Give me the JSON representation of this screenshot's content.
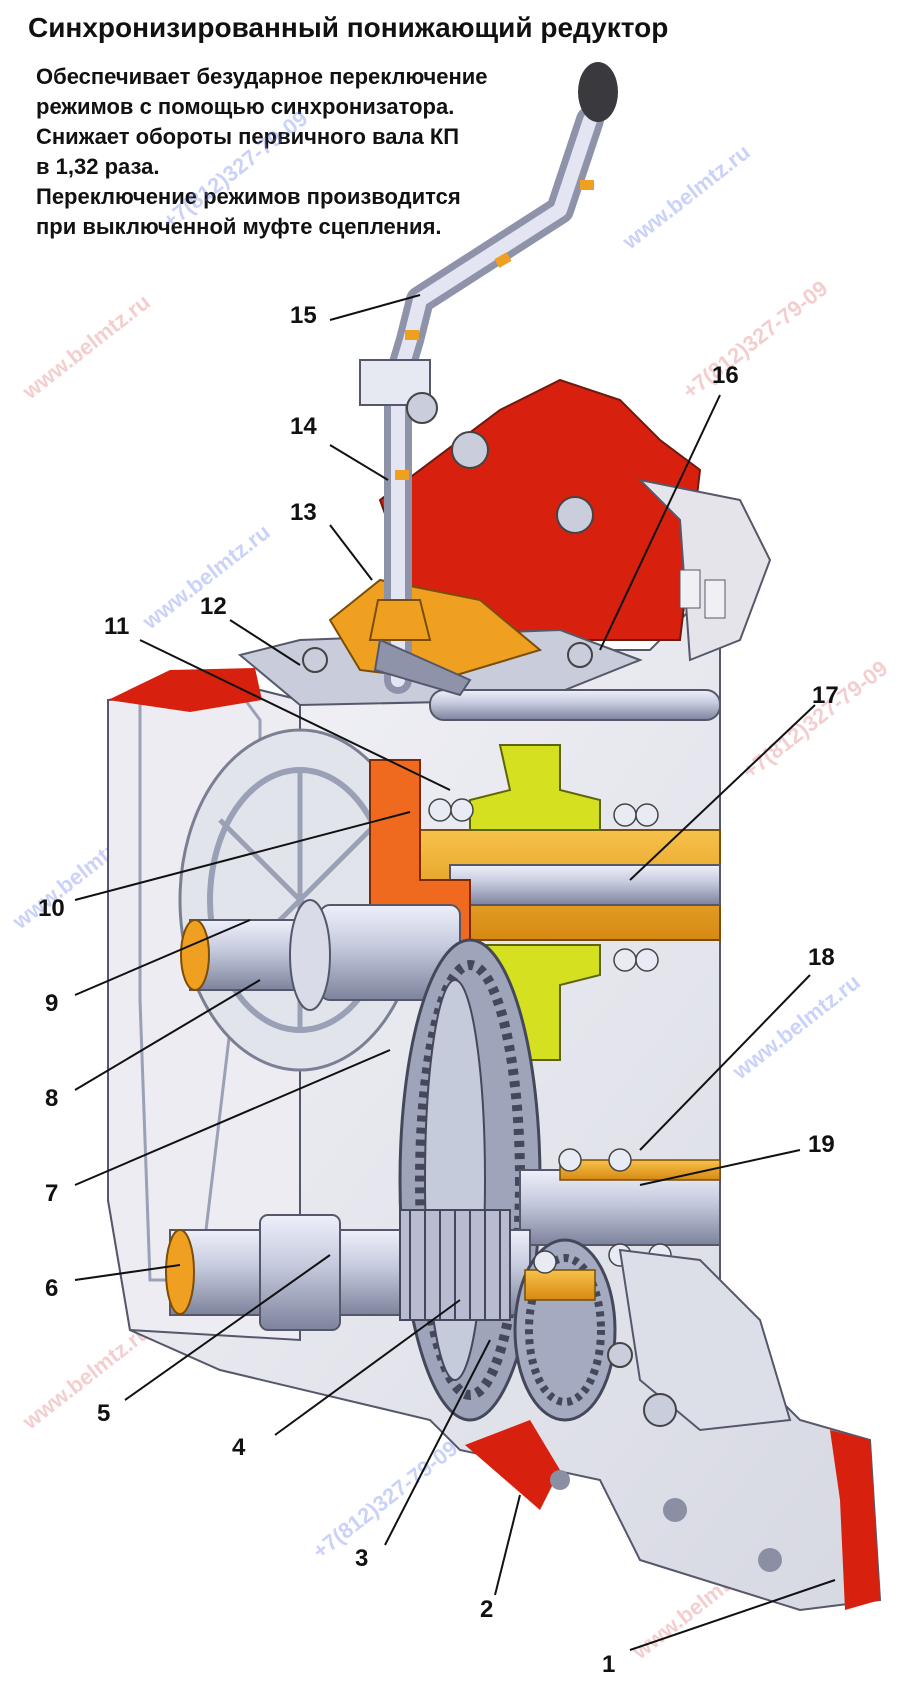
{
  "title": "Синхронизированный понижающий редуктор",
  "description": [
    "Обеспечивает безударное переключение",
    "режимов с помощью синхронизатора.",
    "Снижает обороты первичного вала КП",
    "в 1,32 раза.",
    "Переключение режимов производится",
    "при выключенной муфте сцепления."
  ],
  "callouts": [
    "1",
    "2",
    "3",
    "4",
    "5",
    "6",
    "7",
    "8",
    "9",
    "10",
    "11",
    "12",
    "13",
    "14",
    "15",
    "16",
    "17",
    "18",
    "19"
  ],
  "watermarks": {
    "site": "www.belmtz.ru",
    "phone": "+7(812)327-79-09"
  },
  "colors": {
    "housing_cut": "#d8200e",
    "shaft": "#f0a020",
    "sync": "#d4e020",
    "metal": "#b9bfd6",
    "body": "#e8e8ee"
  }
}
